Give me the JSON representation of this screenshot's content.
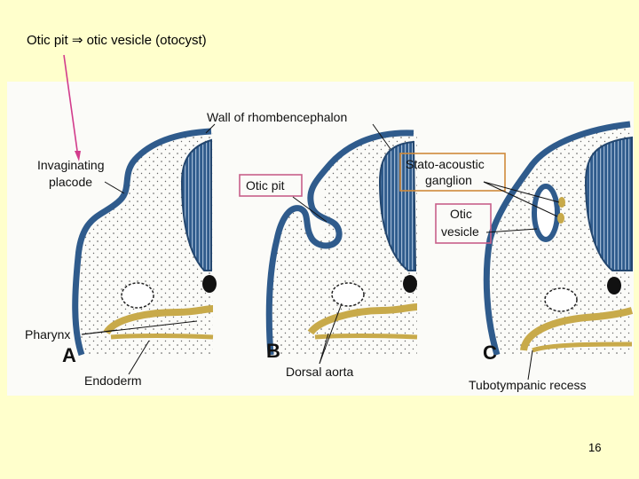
{
  "title": "Otic pit ⇒ otic vesicle (otocyst)",
  "page_number": "16",
  "colors": {
    "slide_background": "#ffffcc",
    "figure_background": "#fbfbf8",
    "epithelium_blue": "#2f5b8c",
    "endoderm_yellow": "#c8aa4a",
    "highlight_box": "#c8608a",
    "ganglion_box": "#d08a3a"
  },
  "labels": {
    "wall": "Wall of rhombencephalon",
    "invaginating_1": "Invaginating",
    "invaginating_2": "placode",
    "pharynx": "Pharynx",
    "endoderm": "Endoderm",
    "otic_pit": "Otic pit",
    "dorsal_aorta": "Dorsal aorta",
    "stato_1": "Stato-acoustic",
    "stato_2": "ganglion",
    "otic_vesicle_1": "Otic",
    "otic_vesicle_2": "vesicle",
    "tubotympanic": "Tubotympanic recess"
  },
  "panels": {
    "a": "A",
    "b": "B",
    "c": "C"
  }
}
